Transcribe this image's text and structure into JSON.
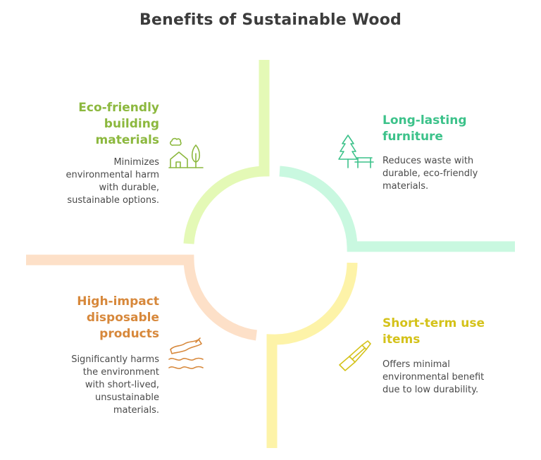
{
  "title": "Benefits of Sustainable Wood",
  "quadrants": {
    "top_left": {
      "title_lines": [
        "Eco-friendly",
        "building",
        "materials"
      ],
      "desc_lines": [
        "Minimizes",
        "environmental harm",
        "with durable,",
        "sustainable options."
      ],
      "icon": "house-tree-cloud-icon",
      "color": "#8cb83e",
      "arc_color": "#e4f9b6"
    },
    "top_right": {
      "title_lines": [
        "Long-lasting",
        "furniture"
      ],
      "desc_lines": [
        "Reduces waste with",
        "durable, eco-friendly",
        "materials."
      ],
      "icon": "tree-bench-icon",
      "color": "#3cc28a",
      "arc_color": "#c9f8e0"
    },
    "bottom_left": {
      "title_lines": [
        "High-impact",
        "disposable",
        "products"
      ],
      "desc_lines": [
        "Significantly harms",
        "the environment",
        "with short-lived,",
        "unsustainable",
        "materials."
      ],
      "icon": "waste-waves-icon",
      "color": "#d7883b",
      "arc_color": "#fde0c8"
    },
    "bottom_right": {
      "title_lines": [
        "Short-term use",
        "items"
      ],
      "desc_lines": [
        "Offers minimal",
        "environmental benefit",
        "due to low durability."
      ],
      "icon": "brush-stick-icon",
      "color": "#d4c21a",
      "arc_color": "#fdf3a8"
    }
  }
}
